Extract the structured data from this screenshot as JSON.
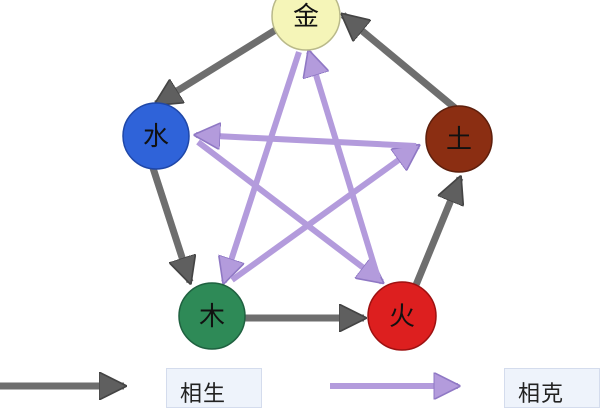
{
  "diagram": {
    "nodes": {
      "metal": {
        "label": "金",
        "color": "#f5f5b8"
      },
      "water": {
        "label": "水",
        "color": "#2f63d9"
      },
      "wood": {
        "label": "木",
        "color": "#2e8a57"
      },
      "fire": {
        "label": "火",
        "color": "#dd1f1f"
      },
      "earth": {
        "label": "土",
        "color": "#8b2e12"
      }
    },
    "generate_color": "#6e6e6e",
    "overcome_color": "#b39bdc",
    "generating_cycle": [
      "metal",
      "water",
      "wood",
      "fire",
      "earth"
    ],
    "overcoming_pairs": [
      [
        "metal",
        "wood"
      ],
      [
        "wood",
        "earth"
      ],
      [
        "earth",
        "water"
      ],
      [
        "water",
        "fire"
      ],
      [
        "fire",
        "metal"
      ]
    ]
  },
  "legend": {
    "generate_label": "相生",
    "overcome_label": "相克"
  }
}
